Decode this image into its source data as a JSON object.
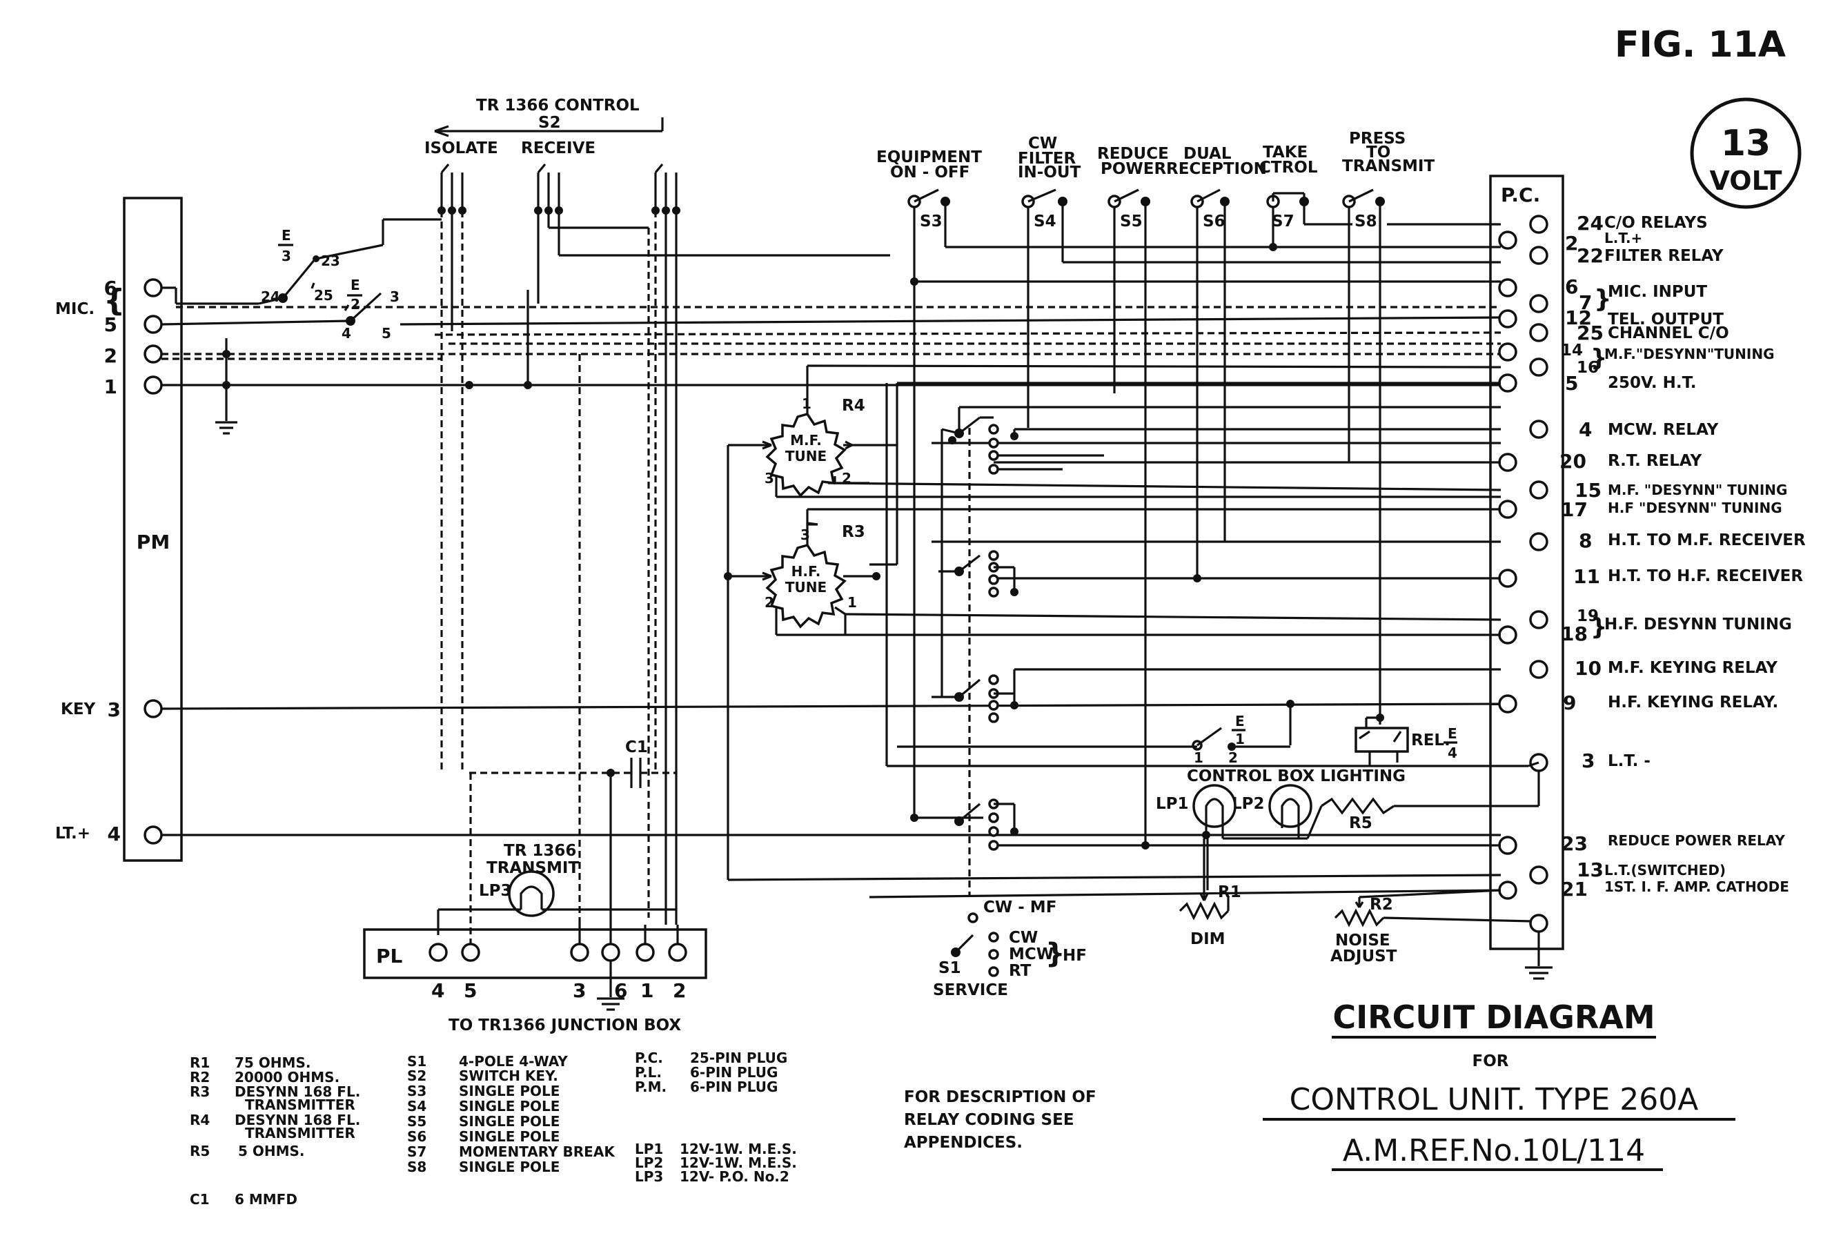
{
  "figure": {
    "fig_label": "FIG. 11A",
    "voltage_badge": {
      "value": "13",
      "unit": "VOLT"
    }
  },
  "title": {
    "line1": "CIRCUIT DIAGRAM",
    "line2": "FOR",
    "line3": "CONTROL UNIT. TYPE 260A",
    "line4": "A.M.REF.No.10L/114"
  },
  "note": [
    "FOR DESCRIPTION OF",
    "RELAY CODING SEE",
    "APPENDICES."
  ],
  "pm_block": {
    "label": "PM",
    "mic_label": "MIC.",
    "key_label": "KEY",
    "lt_label": "LT.+",
    "pins": [
      "6",
      "5",
      "2",
      "1",
      "3",
      "4"
    ]
  },
  "pl_block": {
    "label": "PL",
    "pins": [
      "4",
      "5",
      "3",
      "6",
      "1",
      "2"
    ],
    "caption": "TO TR1366 JUNCTION BOX"
  },
  "pc_block": {
    "label": "P.C.",
    "pins": [
      {
        "num": "24",
        "desc": "C/O RELAYS"
      },
      {
        "num": "2",
        "desc": "L.T.+"
      },
      {
        "num": "22",
        "desc": "FILTER RELAY"
      },
      {
        "num": "6",
        "desc": ""
      },
      {
        "num": "7",
        "desc": "MIC. INPUT"
      },
      {
        "num": "12",
        "desc": "TEL. OUTPUT"
      },
      {
        "num": "25",
        "desc": "CHANNEL C/O"
      },
      {
        "num": "14",
        "desc": ""
      },
      {
        "num": "16",
        "desc": "M.F.\"DESYNN\"TUNING"
      },
      {
        "num": "5",
        "desc": "250V. H.T."
      },
      {
        "num": "4",
        "desc": "MCW. RELAY"
      },
      {
        "num": "20",
        "desc": "R.T. RELAY"
      },
      {
        "num": "15",
        "desc": "M.F. \"DESYNN\" TUNING"
      },
      {
        "num": "17",
        "desc": "H.F \"DESYNN\" TUNING"
      },
      {
        "num": "8",
        "desc": "H.T. TO M.F. RECEIVER"
      },
      {
        "num": "11",
        "desc": "H.T. TO H.F. RECEIVER"
      },
      {
        "num": "19",
        "desc": ""
      },
      {
        "num": "18",
        "desc": "H.F. DESYNN TUNING"
      },
      {
        "num": "10",
        "desc": "M.F. KEYING RELAY"
      },
      {
        "num": "9",
        "desc": "H.F. KEYING RELAY."
      },
      {
        "num": "3",
        "desc": "L.T. -"
      },
      {
        "num": "23",
        "desc": "REDUCE POWER RELAY"
      },
      {
        "num": "13",
        "desc": "L.T.(SWITCHED)"
      },
      {
        "num": "21",
        "desc": "1ST. I. F. AMP. CATHODE"
      }
    ]
  },
  "switch_labels": {
    "tr_control_1": "TR 1366 CONTROL",
    "tr_control_2": "S2",
    "isolate": "ISOLATE",
    "receive": "RECEIVE",
    "equipment": [
      "EQUIPMENT",
      "ON - OFF"
    ],
    "cw_filter": [
      "CW",
      "FILTER",
      "IN-OUT"
    ],
    "reduce_power": [
      "REDUCE",
      "POWER"
    ],
    "dual_reception": [
      "DUAL",
      "RECEPTION"
    ],
    "take_ctrol": [
      "TAKE",
      "CTROL"
    ],
    "press_transmit": [
      "PRESS",
      "TO",
      "TRANSMIT"
    ],
    "s3": "S3",
    "s4": "S4",
    "s5": "S5",
    "s6": "S6",
    "s7": "S7",
    "s8": "S8",
    "s1": "S1",
    "service": "SERVICE",
    "cw_mf": "CW - MF",
    "cw": "CW",
    "mcw": "MCW",
    "rt": "RT",
    "hf": "HF"
  },
  "components": {
    "mf_tune": [
      "M.F.",
      "TUNE"
    ],
    "hf_tune": [
      "H.F.",
      "TUNE"
    ],
    "r4": "R4",
    "r3": "R3",
    "c1": "C1",
    "tr_transmit": [
      "TR 1366",
      "TRANSMIT"
    ],
    "lp1": "LP1",
    "lp2": "LP2",
    "lp3": "LP3",
    "r1": "R1",
    "r2": "R2",
    "r5": "R5",
    "dim": "DIM",
    "noise_adjust": [
      "NOISE",
      "ADJUST"
    ],
    "control_box_lighting": "CONTROL  BOX  LIGHTING",
    "rel": "REL.",
    "rel_frac": [
      "E",
      "4"
    ],
    "e3_frac": [
      "E",
      "3"
    ],
    "e2_frac": [
      "E",
      "2"
    ],
    "e1_frac": [
      "E",
      "1"
    ],
    "contact_nums": [
      "24",
      "23",
      "25",
      "3",
      "4",
      "5",
      "1",
      "2"
    ],
    "pot_pins": [
      "1",
      "3",
      "2"
    ]
  },
  "legend": {
    "resistors": [
      {
        "ref": "R1",
        "desc": "75  OHMS."
      },
      {
        "ref": "R2",
        "desc": "20000 OHMS."
      },
      {
        "ref": "R3",
        "desc": "DESYNN 168 FL."
      },
      {
        "ref": "",
        "desc": "TRANSMITTER"
      },
      {
        "ref": "R4",
        "desc": "DESYNN 168 FL."
      },
      {
        "ref": "",
        "desc": "TRANSMITTER"
      },
      {
        "ref": "R5",
        "desc": "5  OHMS."
      }
    ],
    "capacitor": {
      "ref": "C1",
      "desc": "6 MMFD"
    },
    "switches": [
      {
        "ref": "S1",
        "desc": "4-POLE 4-WAY"
      },
      {
        "ref": "S2",
        "desc": "SWITCH KEY."
      },
      {
        "ref": "S3",
        "desc": "SINGLE  POLE"
      },
      {
        "ref": "S4",
        "desc": "SINGLE  POLE"
      },
      {
        "ref": "S5",
        "desc": "SINGLE  POLE"
      },
      {
        "ref": "S6",
        "desc": "SINGLE  POLE"
      },
      {
        "ref": "S7",
        "desc": "MOMENTARY BREAK"
      },
      {
        "ref": "S8",
        "desc": "SINGLE  POLE"
      }
    ],
    "plugs": [
      {
        "ref": "P.C.",
        "desc": "25-PIN PLUG"
      },
      {
        "ref": "P.L.",
        "desc": "6-PIN PLUG"
      },
      {
        "ref": "P.M.",
        "desc": "6-PIN PLUG"
      }
    ],
    "lamps": [
      {
        "ref": "LP1",
        "desc": "12V-1W. M.E.S."
      },
      {
        "ref": "LP2",
        "desc": "12V-1W. M.E.S."
      },
      {
        "ref": "LP3",
        "desc": "12V- P.O. No.2"
      }
    ]
  }
}
